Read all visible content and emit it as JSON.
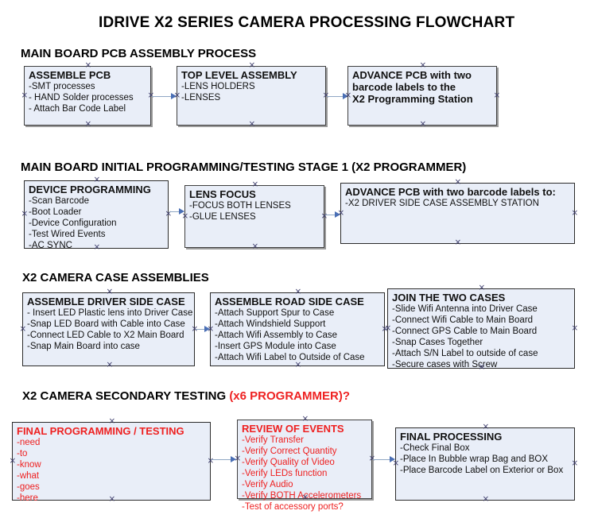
{
  "document": {
    "title": "IDRIVE X2  SERIES CAMERA PROCESSING FLOWCHART"
  },
  "sections": [
    {
      "id": "main-board-pcb-assembly-process",
      "title": "MAIN BOARD PCB ASSEMBLY PROCESS",
      "title_accent": "",
      "nodes": [
        {
          "id": "assemble-pcb",
          "header": "ASSEMBLE PCB",
          "lines": [
            "-SMT processes",
            "- HAND Solder processes",
            "- Attach Bar Code Label"
          ]
        },
        {
          "id": "top-level-assembly",
          "header": "TOP LEVEL ASSEMBLY",
          "lines": [
            "-LENS HOLDERS",
            "-LENSES"
          ]
        },
        {
          "id": "advance-pcb-to-programming-station",
          "header": "ADVANCE PCB with two",
          "lines": [
            "barcode labels to the",
            " X2 Programming Station"
          ]
        }
      ]
    },
    {
      "id": "main-board-initial-programming-testing-stage-1",
      "title": "MAIN BOARD INITIAL PROGRAMMING/TESTING STAGE 1 (X2 PROGRAMMER)",
      "title_accent": "",
      "nodes": [
        {
          "id": "device-programming",
          "header": "DEVICE PROGRAMMING",
          "lines": [
            "-Scan Barcode",
            "-Boot Loader",
            "-Device Configuration",
            "-Test Wired Events",
            "-AC SYNC"
          ]
        },
        {
          "id": "lens-focus",
          "header": "LENS FOCUS",
          "lines": [
            "-FOCUS BOTH LENSES",
            "-GLUE LENSES"
          ]
        },
        {
          "id": "advance-pcb-to-driver-side-case-station",
          "header": "ADVANCE PCB with two barcode labels to:",
          "lines": [
            "-X2 DRIVER  SIDE  CASE  ASSEMBLY STATION"
          ]
        }
      ]
    },
    {
      "id": "x2-camera-case-assemblies",
      "title": "X2 CAMERA CASE ASSEMBLIES",
      "title_accent": "",
      "nodes": [
        {
          "id": "assemble-driver-side-case",
          "header": "ASSEMBLE DRIVER SIDE CASE",
          "lines": [
            "- Insert LED Plastic lens into Driver Case",
            "-Snap LED Board with Cable into Case",
            "-Connect LED Cable to X2 Main Board",
            "-Snap Main Board into case"
          ]
        },
        {
          "id": "assemble-road-side-case",
          "header": "ASSEMBLE ROAD SIDE CASE",
          "lines": [
            "-Attach Support Spur to Case",
            "-Attach Windshield Support",
            "-Attach Wifi Assembly to Case",
            "-Insert GPS Module into Case",
            "-Attach Wifi Label to Outside of Case"
          ]
        },
        {
          "id": "join-the-two-cases",
          "header": "JOIN THE TWO CASES",
          "lines": [
            "-Slide Wifi Antenna into Driver Case",
            "-Connect Wifi Cable to Main Board",
            "-Connect GPS Cable to Main Board",
            "-Snap Cases Together",
            "-Attach S/N Label to outside of case",
            "-Secure cases with Screw"
          ]
        }
      ]
    },
    {
      "id": "x2-camera-secondary-testing",
      "title": "X2 CAMERA SECONDARY TESTING ",
      "title_accent": "(x6 PROGRAMMER)?",
      "nodes": [
        {
          "id": "final-programming-testing",
          "header": "FINAL PROGRAMMING / TESTING",
          "lines": [
            "-need",
            "-to",
            "-know",
            "-what",
            "-goes",
            "-here"
          ]
        },
        {
          "id": "review-of-events",
          "header": "REVIEW OF EVENTS",
          "lines": [
            "-Verify Transfer",
            "-Verify Correct Quantity",
            "-Verify Quality of Video",
            "-Verify LEDs function",
            "-Verify Audio",
            "-Verify BOTH Accelerometers",
            "-Test of accessory ports?"
          ]
        },
        {
          "id": "final-processing",
          "header": "FINAL PROCESSING",
          "lines": [
            " -Check Final Box",
            "-Place In Bubble wrap Bag and BOX",
            "-Place Barcode Label on Exterior or Box"
          ]
        }
      ]
    }
  ],
  "colors": {
    "node_fill": "#e9eef8",
    "node_border": "#3f3f3f",
    "accent_red": "#ee2020",
    "connector": "#8fa7c4",
    "arrow_head": "#4a6fb5",
    "text": "#111111"
  }
}
